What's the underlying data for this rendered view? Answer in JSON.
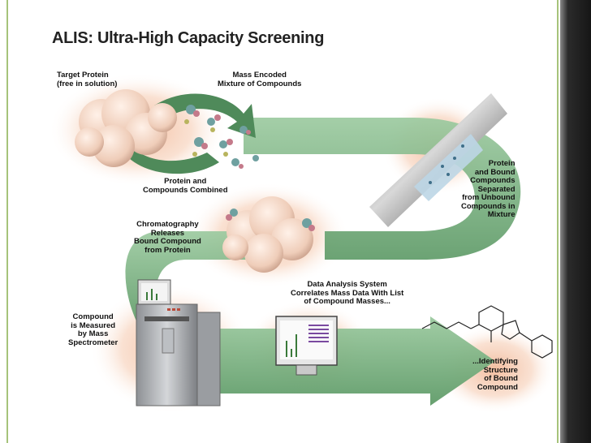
{
  "title": "ALIS: Ultra-High Capacity Screening",
  "labels": {
    "target_protein": "Target Protein\n(free in solution)",
    "mass_encoded": "Mass Encoded\nMixture of Compounds",
    "protein_compounds_combined": "Protein and\nCompounds Combined",
    "protein_bound_separated": "Protein\nand Bound\nCompounds\nSeparated\nfrom Unbound\nCompounds in\nMixture",
    "chromatography": "Chromatography\nReleases\nBound Compound\nfrom Protein",
    "data_analysis": "Data Analysis System\nCorrelates Mass Data With List\nof Compound Masses...",
    "compound_measured": "Compound\nis Measured\nby Mass\nSpectrometer",
    "identifying_structure": "...Identifying\nStructure\nof Bound\nCompound"
  },
  "colors": {
    "arrow_green": "#7cb083",
    "arrow_dark": "#4f8a5a",
    "glow": "#f2b99a",
    "protein": "#f1d6c6",
    "frame_green": "#a6c37a"
  },
  "icons": [
    "protein-blob-icon",
    "compound-molecule-icon",
    "chromatography-column-icon",
    "mass-spectrometer-icon",
    "computer-monitor-icon",
    "chemical-structure-icon"
  ]
}
